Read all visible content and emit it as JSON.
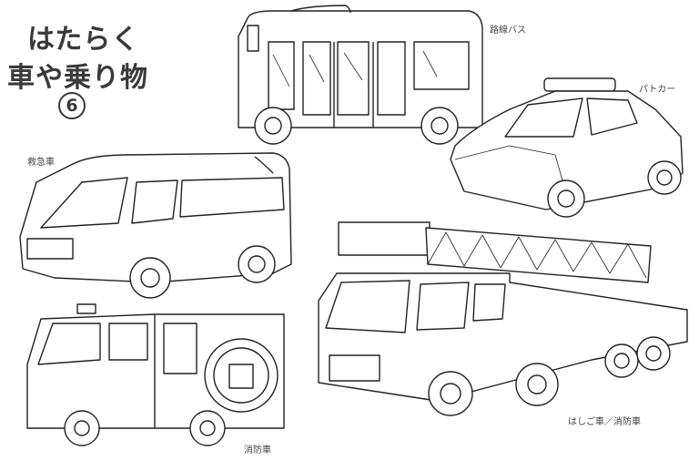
{
  "title": {
    "line1": "はたらく",
    "line2": "車や乗り物",
    "number": "6"
  },
  "vehicles": {
    "bus": "路線バス",
    "police_car": "パトカー",
    "ambulance": "救急車",
    "ladder_truck": "はしご車／消防車",
    "fire_engine": "消防車"
  }
}
